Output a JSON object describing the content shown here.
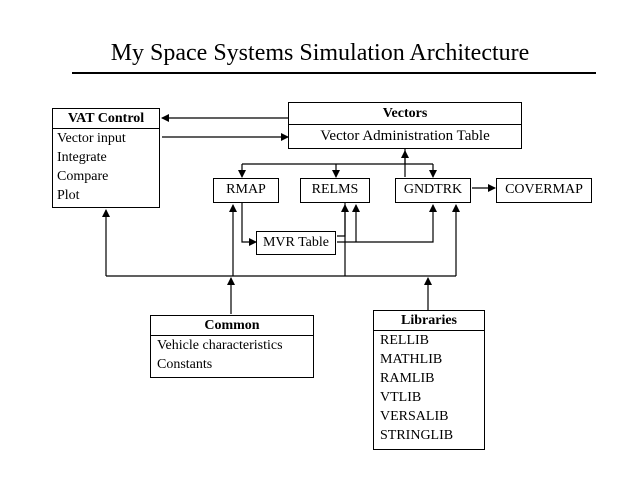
{
  "title": "My Space Systems Simulation Architecture",
  "vat_control": {
    "title": "VAT Control",
    "items": [
      "Vector input",
      "Integrate",
      "Compare",
      "Plot"
    ]
  },
  "vectors": {
    "title": "Vectors",
    "subtitle": "Vector Administration Table"
  },
  "modules": {
    "rmap": "RMAP",
    "relms": "RELMS",
    "gndtrk": "GNDTRK",
    "covermap": "COVERMAP",
    "mvr_table": "MVR Table"
  },
  "common": {
    "title": "Common",
    "items": [
      "Vehicle characteristics",
      "Constants"
    ]
  },
  "libraries": {
    "title": "Libraries",
    "items": [
      "RELLIB",
      "MATHLIB",
      "RAMLIB",
      "VTLIB",
      "VERSALIB",
      "STRINGLIB"
    ]
  }
}
